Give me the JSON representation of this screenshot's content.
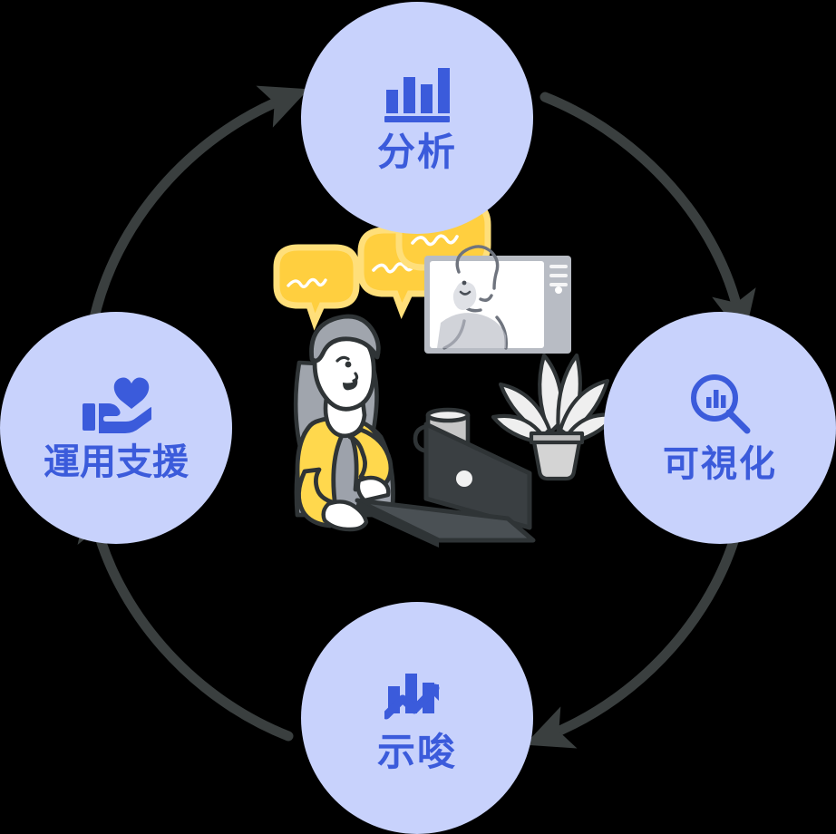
{
  "diagram": {
    "type": "cycle",
    "direction": "clockwise",
    "background_color": "#000000",
    "node_fill_color": "#c8d2fc",
    "node_text_color": "#3b5bdb",
    "arrow_color": "#3a3f3f",
    "accent_yellow": "#ffcf3f",
    "nodes": [
      {
        "id": "analysis",
        "label": "分析",
        "icon": "bar-chart-icon",
        "position": "top",
        "bars": [
          40,
          66,
          52,
          80
        ]
      },
      {
        "id": "visualize",
        "label": "可視化",
        "icon": "magnifier-bar-chart-icon",
        "position": "right",
        "bars": [
          16,
          26,
          20
        ]
      },
      {
        "id": "insight",
        "label": "示唆",
        "icon": "trending-up-bar-chart-icon",
        "position": "bottom",
        "bars": [
          40,
          62,
          46
        ]
      },
      {
        "id": "support",
        "label": "運用支援",
        "icon": "hand-holding-heart-icon",
        "position": "left"
      }
    ],
    "arrows": [
      {
        "id": "support-to-analysis",
        "from": "運用支援",
        "to": "分析"
      },
      {
        "id": "analysis-to-visualize",
        "from": "分析",
        "to": "可視化"
      },
      {
        "id": "visualize-to-insight",
        "from": "可視化",
        "to": "示唆"
      },
      {
        "id": "insight-to-support",
        "from": "示唆",
        "to": "運用支援"
      }
    ],
    "illustration": {
      "name": "woman-working-on-laptop-video-call",
      "elements": [
        "speech-bubble-small",
        "speech-bubble-medium",
        "speech-bubble-large",
        "video-call-window",
        "woman-at-laptop",
        "coffee-mug",
        "potted-plant"
      ],
      "shirt_color": "#ffd84d",
      "bubble_color": "#ffcf3f",
      "laptop_color": "#2f3436",
      "hair_color": "#a0a5ad"
    }
  }
}
